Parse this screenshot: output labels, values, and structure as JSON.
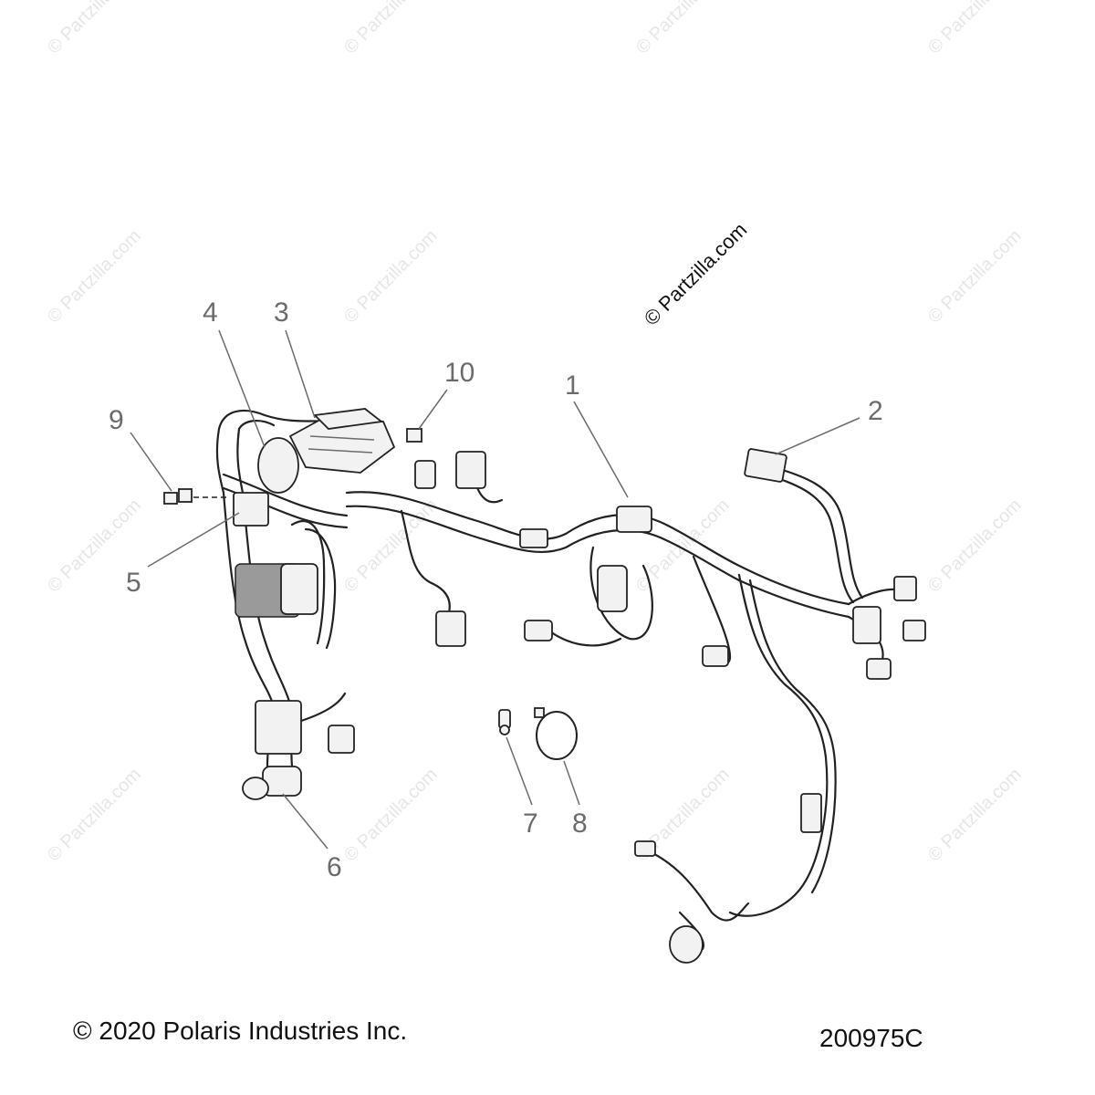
{
  "watermark": {
    "text": "© Partzilla.com",
    "main_text": "© Partzilla.com"
  },
  "callouts": [
    {
      "id": "1",
      "label": "1"
    },
    {
      "id": "2",
      "label": "2"
    },
    {
      "id": "3",
      "label": "3"
    },
    {
      "id": "4",
      "label": "4"
    },
    {
      "id": "5",
      "label": "5"
    },
    {
      "id": "6",
      "label": "6"
    },
    {
      "id": "7",
      "label": "7"
    },
    {
      "id": "8",
      "label": "8"
    },
    {
      "id": "9",
      "label": "9"
    },
    {
      "id": "10",
      "label": "10"
    }
  ],
  "footer": {
    "copyright": "© 2020 Polaris Industries Inc.",
    "diagram_code": "200975C"
  }
}
